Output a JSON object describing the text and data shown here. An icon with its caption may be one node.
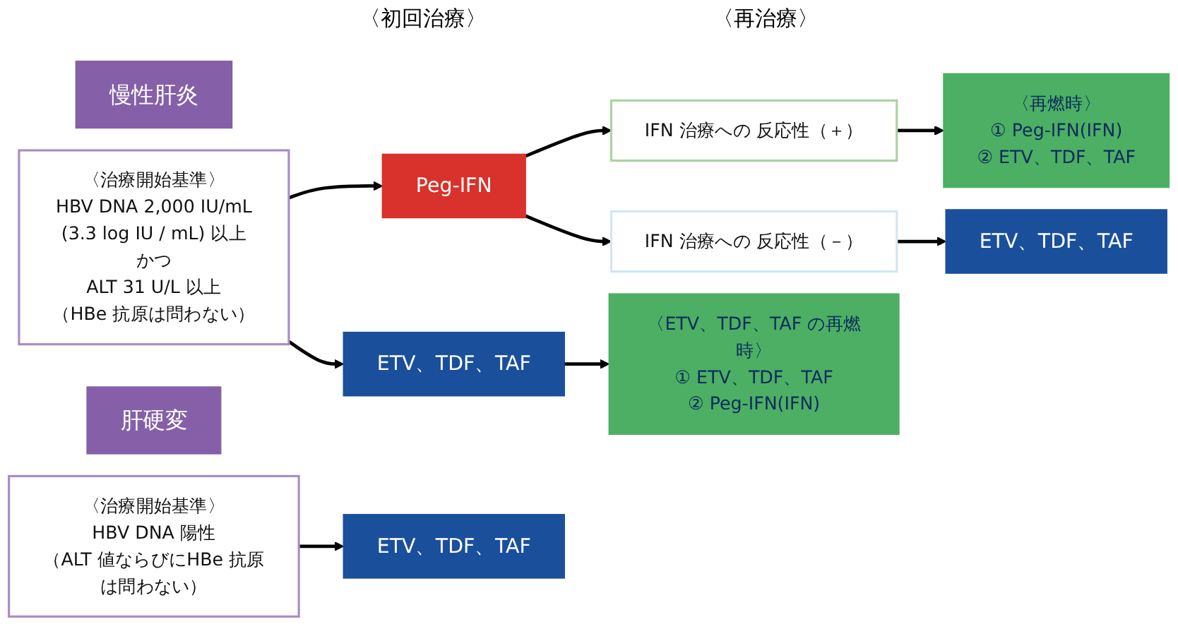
{
  "diagram": {
    "nodes": [
      {
        "text": [
          "慢性肝炎"
        ]
      },
      {
        "text": [
          "〈治療開始基準〉",
          "HBV DNA 2,000 IU/mL",
          "(3.3 log IU / mL) 以上",
          "かつ",
          "ALT 31 U/L 以上",
          "（HBe 抗原は問わない）"
        ]
      },
      {
        "text": [
          "肝硬変"
        ]
      },
      {
        "text": [
          "〈治療開始基準〉",
          "HBV DNA 陽性",
          "（ALT 値ならびにHBe 抗原は問わない）"
        ]
      },
      {
        "text": [
          "Peg-IFN"
        ]
      },
      {
        "text": [
          "ETV、TDF、TAF"
        ]
      },
      {
        "text": [
          "IFN 治療への 反応性（＋）"
        ]
      },
      {
        "text": [
          "IFN 治療への 反応性（－）"
        ]
      },
      {
        "text": [
          "〈再燃時〉",
          "① Peg-IFN(IFN)",
          "② ETV、TDF、TAF"
        ]
      },
      {
        "text": [
          "ETV、TDF、TAF"
        ]
      },
      {
        "text": [
          "〈ETV、TDF、TAF の再燃時〉",
          "① ETV、TDF、TAF",
          "② Peg-IFN(IFN)"
        ]
      },
      {
        "text": [
          "ETV、TDF、TAF"
        ]
      }
    ],
    "edges": [
      {
        "from": 1,
        "to": 4,
        "arrow": "to"
      },
      {
        "from": 1,
        "to": 5,
        "arrow": "to"
      },
      {
        "from": 4,
        "to": 6,
        "arrow": "to"
      },
      {
        "from": 4,
        "to": 7,
        "arrow": "to"
      },
      {
        "from": 6,
        "to": 8,
        "arrow": "to"
      },
      {
        "from": 7,
        "to": 9,
        "arrow": "to"
      },
      {
        "from": 5,
        "to": 10,
        "arrow": "to"
      },
      {
        "from": 3,
        "to": 11,
        "arrow": "to"
      }
    ],
    "labels": [
      "〈初回治療〉",
      "〈再治療〉"
    ]
  }
}
